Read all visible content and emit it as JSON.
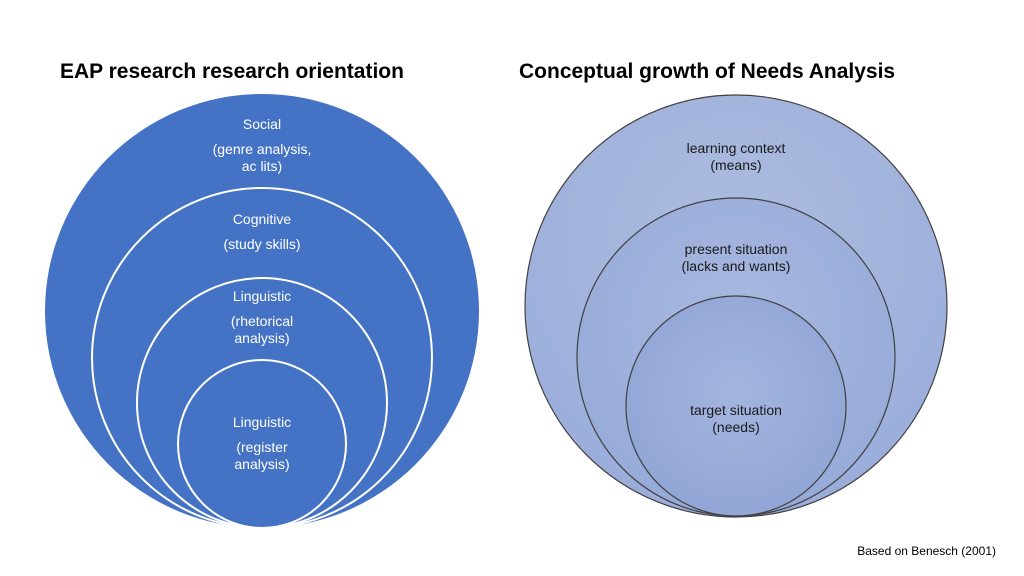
{
  "left": {
    "title": "EAP research research orientation",
    "circles": [
      {
        "label": "Social",
        "detail": [
          "(genre analysis,",
          "ac lits)"
        ]
      },
      {
        "label": "Cognitive",
        "detail": [
          "(study skills)"
        ]
      },
      {
        "label": "Linguistic",
        "detail": [
          "(rhetorical",
          "analysis)"
        ]
      },
      {
        "label": "Linguistic",
        "detail": [
          "(register",
          "analysis)"
        ]
      }
    ],
    "fill_color": "#4472C4",
    "stroke_color": "#ffffff"
  },
  "right": {
    "title": "Conceptual growth of Needs Analysis",
    "circles": [
      {
        "label": "learning context",
        "detail": "(means)"
      },
      {
        "label": "present situation",
        "detail": "(lacks and wants)"
      },
      {
        "label": "target situation",
        "detail": "(needs)"
      }
    ],
    "fill_color": "#A3B4DE",
    "stroke_color": "#404040"
  },
  "footnote": "Based on Benesch (2001)"
}
